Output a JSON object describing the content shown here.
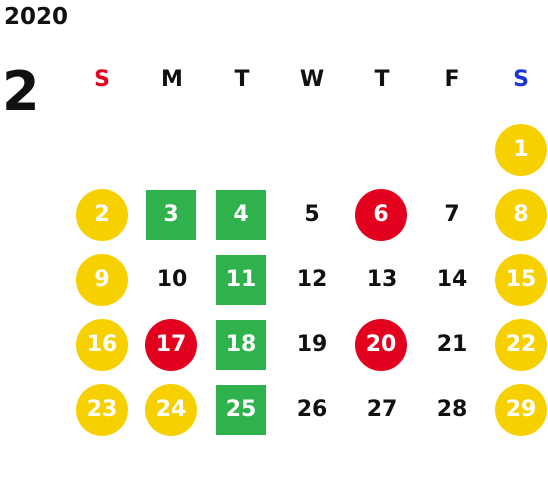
{
  "calendar": {
    "year": "2020",
    "month": "2",
    "weekdays": [
      {
        "label": "S",
        "color": "#e3001f"
      },
      {
        "label": "M",
        "color": "#111111"
      },
      {
        "label": "T",
        "color": "#111111"
      },
      {
        "label": "W",
        "color": "#111111"
      },
      {
        "label": "T",
        "color": "#111111"
      },
      {
        "label": "F",
        "color": "#111111"
      },
      {
        "label": "S",
        "color": "#1a35d6"
      }
    ],
    "highlight_colors": {
      "yellow": "#f7d000",
      "red": "#e3001f",
      "green": "#2fb24c"
    },
    "days": [
      {
        "label": "1",
        "style": "yellow"
      },
      {
        "label": "2",
        "style": "yellow"
      },
      {
        "label": "3",
        "style": "green"
      },
      {
        "label": "4",
        "style": "green"
      },
      {
        "label": "5",
        "style": "plain"
      },
      {
        "label": "6",
        "style": "red"
      },
      {
        "label": "7",
        "style": "plain"
      },
      {
        "label": "8",
        "style": "yellow"
      },
      {
        "label": "9",
        "style": "yellow"
      },
      {
        "label": "10",
        "style": "plain"
      },
      {
        "label": "11",
        "style": "green"
      },
      {
        "label": "12",
        "style": "plain"
      },
      {
        "label": "13",
        "style": "plain"
      },
      {
        "label": "14",
        "style": "plain"
      },
      {
        "label": "15",
        "style": "yellow"
      },
      {
        "label": "16",
        "style": "yellow"
      },
      {
        "label": "17",
        "style": "red"
      },
      {
        "label": "18",
        "style": "green"
      },
      {
        "label": "19",
        "style": "plain"
      },
      {
        "label": "20",
        "style": "red"
      },
      {
        "label": "21",
        "style": "plain"
      },
      {
        "label": "22",
        "style": "yellow"
      },
      {
        "label": "23",
        "style": "yellow"
      },
      {
        "label": "24",
        "style": "yellow"
      },
      {
        "label": "25",
        "style": "green"
      },
      {
        "label": "26",
        "style": "plain"
      },
      {
        "label": "27",
        "style": "plain"
      },
      {
        "label": "28",
        "style": "plain"
      },
      {
        "label": "29",
        "style": "yellow"
      }
    ]
  }
}
